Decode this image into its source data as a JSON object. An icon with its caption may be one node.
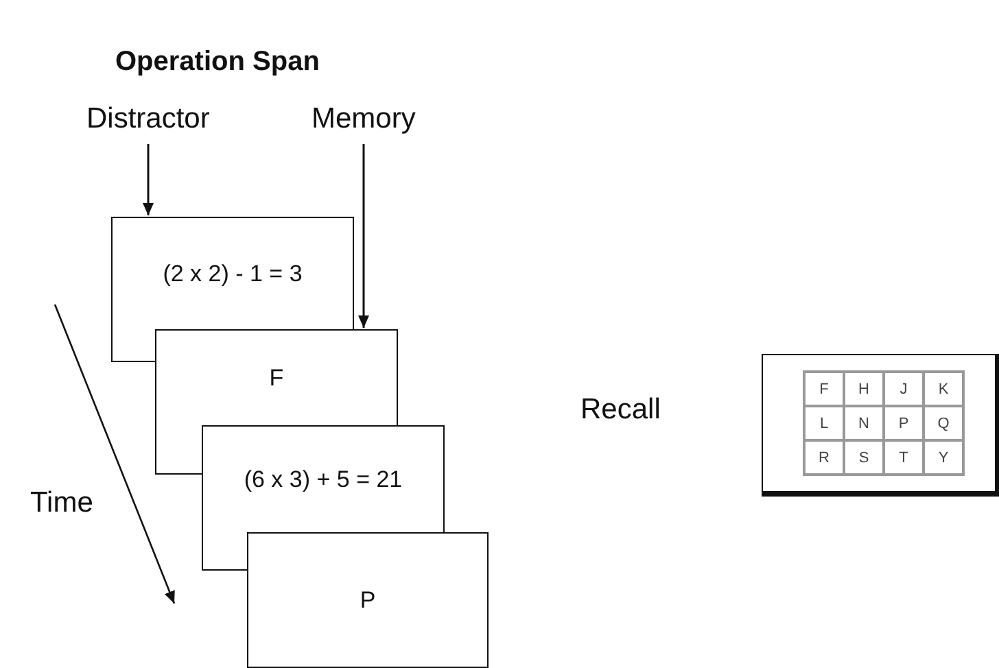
{
  "diagram": {
    "title": "Operation Span",
    "nodes": [
      {
        "text": [
          "Distractor"
        ]
      },
      {
        "text": [
          "Memory"
        ]
      },
      {
        "text": [
          "(2 x 2) - 1 = 3"
        ]
      },
      {
        "text": [
          "F"
        ]
      },
      {
        "text": [
          "(6 x 3) + 5 = 21"
        ]
      },
      {
        "text": [
          "P"
        ]
      },
      {
        "text": [],
        "shape": "box"
      }
    ],
    "edges": [
      {
        "from": 0,
        "to": 2,
        "arrow": "to"
      },
      {
        "from": 1,
        "to": 3,
        "arrow": "to"
      }
    ],
    "labels": [
      "Time",
      "Recall",
      "F",
      "H",
      "J",
      "K",
      "L",
      "N",
      "P",
      "Q",
      "R",
      "S",
      "T",
      "Y"
    ]
  }
}
